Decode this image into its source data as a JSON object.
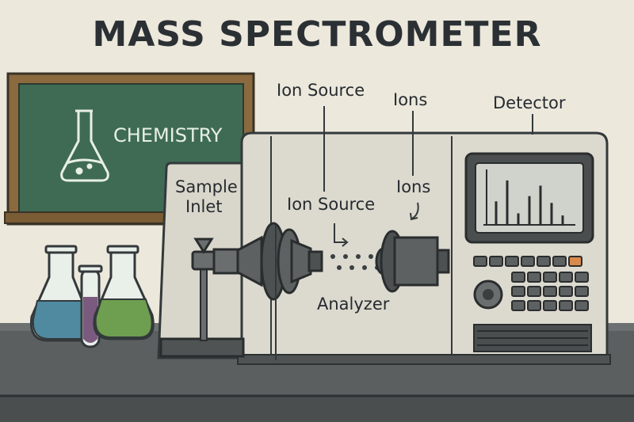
{
  "title": "MASS SPECTROMETER",
  "board": {
    "text": "CHEMISTRY"
  },
  "labels": {
    "ion_source_top": "Ion Source",
    "ions_top": "Ions",
    "detector": "Detector",
    "sample_line1": "Sample",
    "sample_line2": "Inlet",
    "ion_source_mid": "Ion Source",
    "ions_mid": "Ions",
    "analyzer": "Analyzer"
  },
  "spectrum_peaks": [
    0.45,
    0.85,
    0.22,
    0.55,
    0.75,
    0.42,
    0.18
  ],
  "colors": {
    "background": "#ece8dc",
    "board_green": "#3f6b55",
    "board_frame": "#8a6a3e",
    "instrument": "#dcd9cf",
    "screen": "#cfd3cb",
    "bench": "#55595a",
    "blue_liquid": "#4f8aa0",
    "green_liquid": "#6e9e4f",
    "purple_liquid": "#7a5a7e",
    "orange_key": "#d98a4a"
  }
}
